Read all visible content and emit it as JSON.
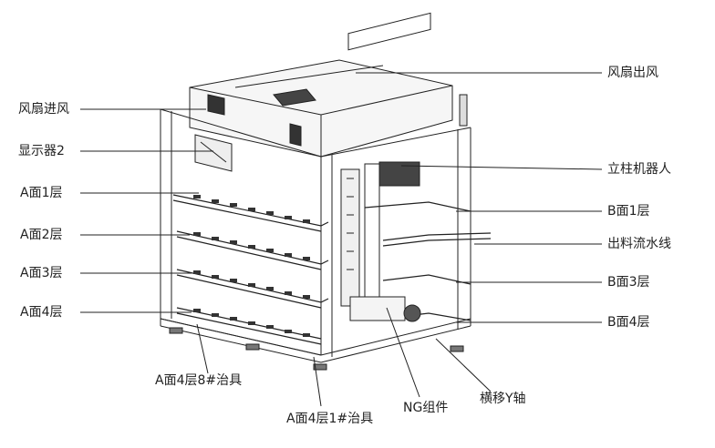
{
  "labels": {
    "fan_out": "风扇出风",
    "fan_in": "风扇进风",
    "display2": "显示器2",
    "a1": "A面1层",
    "a2": "A面2层",
    "a3": "A面3层",
    "a4": "A面4层",
    "robot": "立柱机器人",
    "b1": "B面1层",
    "conveyor": "出料流水线",
    "b3": "B面3层",
    "b4": "B面4层",
    "a4_8": "A面4层8#治具",
    "a4_1": "A面4层1#治具",
    "ng": "NG组件",
    "y_axis": "横移Y轴"
  },
  "colors": {
    "line": "#222222",
    "fill_light": "#f2f2f2",
    "fill_dark": "#555555"
  }
}
